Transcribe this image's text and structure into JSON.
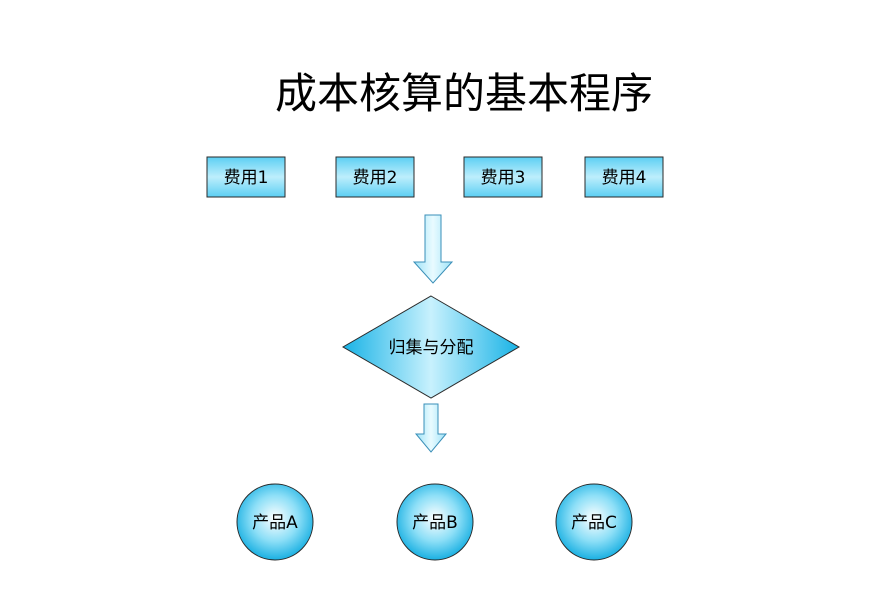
{
  "title": "成本核算的基本程序",
  "costs": [
    {
      "label": "费用1"
    },
    {
      "label": "费用2"
    },
    {
      "label": "费用3"
    },
    {
      "label": "费用4"
    }
  ],
  "process": {
    "label": "归集与分配"
  },
  "products": [
    {
      "label": "产品A"
    },
    {
      "label": "产品B"
    },
    {
      "label": "产品C"
    }
  ],
  "colors": {
    "fill_light": "#e6f8ff",
    "fill_mid": "#7fdaf7",
    "fill_dark": "#19b3e6",
    "stroke": "#2a2a2a"
  }
}
